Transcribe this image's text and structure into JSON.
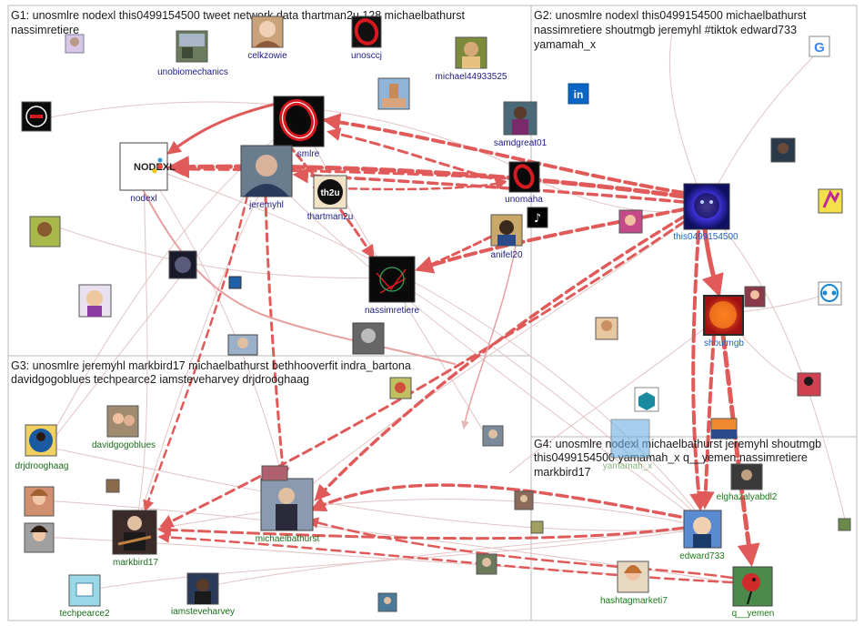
{
  "groups": {
    "g1": {
      "title_line1": "G1: unosmlre nodexl this0499154500 tweet network data thartman2u 128 michaelbathurst",
      "title_line2": "nassimretiere"
    },
    "g2": {
      "title_line1": "G2: unosmlre nodexl this0499154500 michaelbathurst",
      "title_line2": "nassimretiere shoutmgb jeremyhl #tiktok edward733",
      "title_line3": "yamamah_x"
    },
    "g3": {
      "title_line1": "G3: unosmlre jeremyhl markbird17 michaelbathurst bethhooverfit indra_bartona",
      "title_line2": "davidgogoblues techpearce2 iamsteveharvey drjdrooghaag"
    },
    "g4": {
      "title_line1": "G4: unosmlre nodexl michaelbathurst jeremyhl shoutmgb",
      "title_line2": "this0499154500 yamamah_x q__yemen nassimretiere",
      "title_line3": "markbird17"
    }
  },
  "nodes": {
    "unobiomechanics": "unobiomechanics",
    "celkzowie": "celkzowie",
    "unosccj": "unosccj",
    "michael44933525": "michael44933525",
    "unosmlre": "smlre",
    "samdgreat01": "samdgreat01",
    "nodexl": "nodexl",
    "nodexl_logo_text": "NODEXL",
    "jeremyhl": "jeremyhl",
    "thartman2u": "thartman2u",
    "thartman2u_logo_text": "th2u",
    "unomaha": "unomaha",
    "anifel20": "anifel20",
    "nassimretiere": "nassimretiere",
    "this0499154500": "this0499154500",
    "shoutmgb": "shoutmgb",
    "yamamah_x": "yamamah_x",
    "davidgogoblues": "davidgogoblues",
    "drjdrooghaag": "drjdrooghaag",
    "michaelbathurst": "michaelbathurst",
    "markbird17": "markbird17",
    "techpearce2": "techpearce2",
    "iamsteveharvey": "iamsteveharvey",
    "elghazalyabdl2": "elghazalyabdl2",
    "edward733": "edward733",
    "hashtagmarketi7": "hashtagmarketi7",
    "q__yemen": "q__yemen",
    "linkedin_glyph": "in"
  },
  "colors": {
    "edge_strong": "#e05a5a",
    "edge_faint": "#e2b8b8",
    "edge_grey": "#cfcfcf",
    "panel_border": "#b8b8b8",
    "g1_label": "#1c1c80",
    "g2_label": "#1f5fbf",
    "g3_label": "#1a6b1a",
    "uno_red": "#d71920"
  }
}
